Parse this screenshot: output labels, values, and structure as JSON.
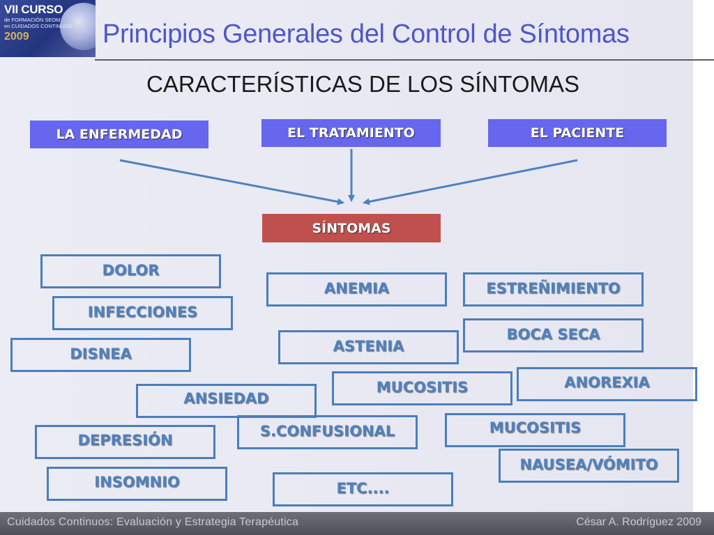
{
  "logo": {
    "line1": "VII CURSO",
    "line2": "de FORMACIÓN SEOM",
    "line3": "en CUIDADOS CONTINUOS",
    "year": "2009"
  },
  "title": "Principios Generales del Control de Síntomas",
  "subtitle": "CARACTERÍSTICAS DE LOS SÍNTOMAS",
  "sources": [
    "LA ENFERMEDAD",
    "EL TRATAMIENTO",
    "EL PACIENTE"
  ],
  "center": "SÍNTOMAS",
  "symptoms": [
    "DOLOR",
    "INFECCIONES",
    "DISNEA",
    "ANSIEDAD",
    "DEPRESIÓN",
    "INSOMNIO",
    "ANEMIA",
    "ASTENIA",
    "MUCOSITIS",
    "S.CONFUSIONAL",
    "ETC....",
    "ESTREÑIMIENTO",
    "BOCA SECA",
    "ANOREXIA",
    "MUCOSITIS",
    "NAUSEA/VÓMITO"
  ],
  "footer": {
    "left": "Cuidados Continuos: Evaluación y Estrategia Terapéutica",
    "right": "César A. Rodríguez 2009"
  },
  "colors": {
    "title": "#4f56c8",
    "source_box": "#6666ee",
    "center_box": "#c0504d",
    "symptom_border": "#4a7ebb",
    "symptom_text": "#4f81bd",
    "arrow": "#4f81bd"
  }
}
